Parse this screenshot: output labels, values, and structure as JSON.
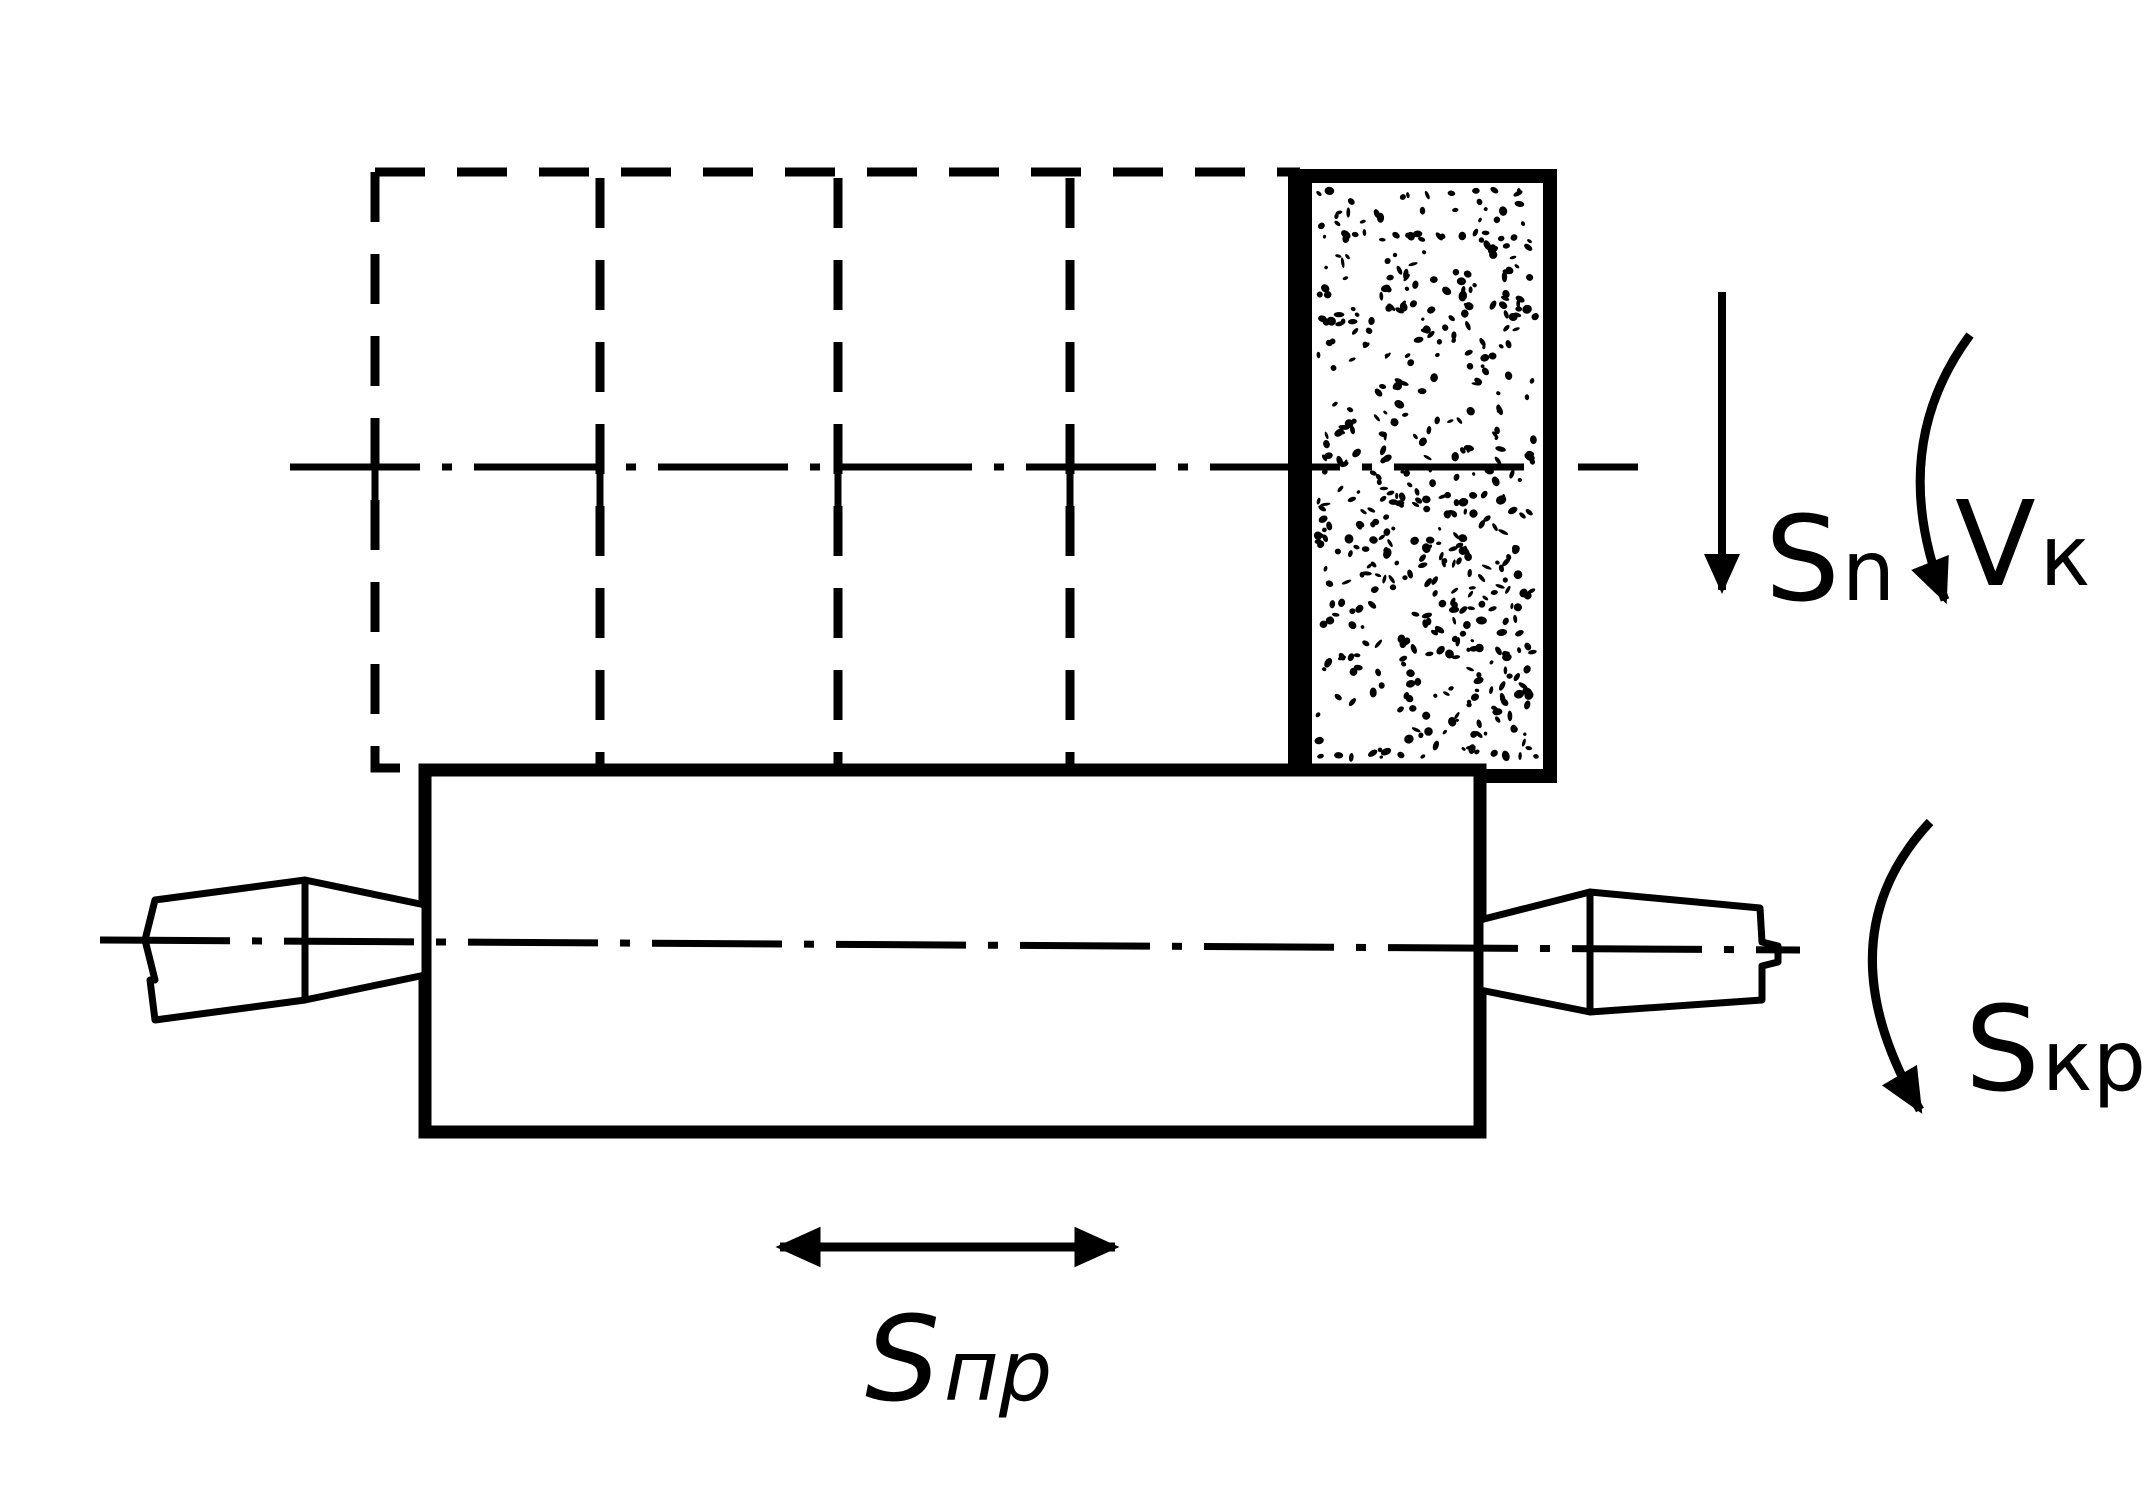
{
  "labels": {
    "plunge_feed": {
      "main": "S",
      "sub": "n"
    },
    "wheel_speed": {
      "main": "V",
      "sub": "к"
    },
    "circular_feed": {
      "main": "S",
      "sub": "кр"
    },
    "longitudinal_feed": {
      "main": "S",
      "sub": "пр"
    }
  },
  "colors": {
    "ink": "#000000",
    "paper": "#ffffff"
  }
}
